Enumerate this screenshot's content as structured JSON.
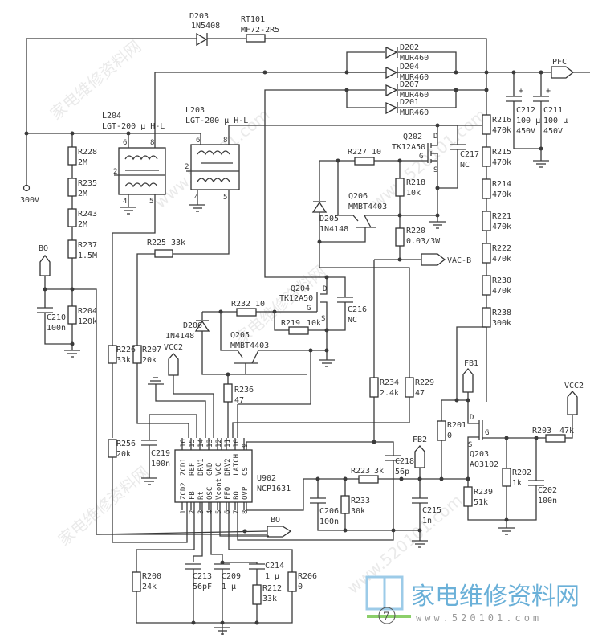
{
  "title": "NCP1631 interleaved PFC circuit schematic",
  "components": {
    "D203": {
      "ref": "D203",
      "value": "1N5408"
    },
    "RT101": {
      "ref": "RT101",
      "value": "MF72-2R5"
    },
    "D202": {
      "ref": "D202",
      "value": "MUR460"
    },
    "D204": {
      "ref": "D204",
      "value": "MUR460"
    },
    "D207": {
      "ref": "D207",
      "value": "MUR460"
    },
    "D201": {
      "ref": "D201",
      "value": "MUR460"
    },
    "L204": {
      "ref": "L204",
      "value": "LGT-200 μ H-L"
    },
    "L203": {
      "ref": "L203",
      "value": "LGT-200 μ H-L"
    },
    "C212": {
      "ref": "C212",
      "value": "100 μ",
      "rating": "450V"
    },
    "C211": {
      "ref": "C211",
      "value": "100 μ",
      "rating": "450V"
    },
    "R228": {
      "ref": "R228",
      "value": "2M"
    },
    "R235": {
      "ref": "R235",
      "value": "2M"
    },
    "R243": {
      "ref": "R243",
      "value": "2M"
    },
    "R237": {
      "ref": "R237",
      "value": "1.5M"
    },
    "R204": {
      "ref": "R204",
      "value": "120k"
    },
    "C210": {
      "ref": "C210",
      "value": "100n"
    },
    "R216": {
      "ref": "R216",
      "value": "470k"
    },
    "R215": {
      "ref": "R215",
      "value": "470k"
    },
    "R214": {
      "ref": "R214",
      "value": "470k"
    },
    "R221": {
      "ref": "R221",
      "value": "470k"
    },
    "R222": {
      "ref": "R222",
      "value": "470k"
    },
    "R230": {
      "ref": "R230",
      "value": "470k"
    },
    "R238": {
      "ref": "R238",
      "value": "300k"
    },
    "Q202": {
      "ref": "Q202",
      "value": "TK12A50"
    },
    "C217": {
      "ref": "C217",
      "value": "NC"
    },
    "R227": {
      "ref": "R227",
      "value": "10"
    },
    "R218": {
      "ref": "R218",
      "value": "10k"
    },
    "Q206": {
      "ref": "Q206",
      "value": "MMBT4403"
    },
    "D205": {
      "ref": "D205",
      "value": "1N4148"
    },
    "R220": {
      "ref": "R220",
      "value": "0.03/3W"
    },
    "R225": {
      "ref": "R225",
      "value": "33k"
    },
    "Q204": {
      "ref": "Q204",
      "value": "TK12A50"
    },
    "C216": {
      "ref": "C216",
      "value": "NC"
    },
    "R232": {
      "ref": "R232",
      "value": "10"
    },
    "R219": {
      "ref": "R219",
      "value": "10k"
    },
    "D206": {
      "ref": "D206",
      "value": "1N4148"
    },
    "Q205": {
      "ref": "Q205",
      "value": "MMBT4403"
    },
    "R226": {
      "ref": "R226",
      "value": "33k"
    },
    "R207": {
      "ref": "R207",
      "value": "20k"
    },
    "R236": {
      "ref": "R236",
      "value": "47"
    },
    "R234": {
      "ref": "R234",
      "value": "2.4k"
    },
    "R229": {
      "ref": "R229",
      "value": "47"
    },
    "R256": {
      "ref": "R256",
      "value": "20k"
    },
    "C219": {
      "ref": "C219",
      "value": "100n"
    },
    "U902": {
      "ref": "U902",
      "value": "NCP1631"
    },
    "C218": {
      "ref": "C218",
      "value": "56p"
    },
    "R223": {
      "ref": "R223",
      "value": "3k"
    },
    "C206": {
      "ref": "C206",
      "value": "100n"
    },
    "R233": {
      "ref": "R233",
      "value": "30k"
    },
    "C215": {
      "ref": "C215",
      "value": "1n"
    },
    "R201": {
      "ref": "R201",
      "value": "0"
    },
    "Q203": {
      "ref": "Q203",
      "value": "AO3102"
    },
    "R239": {
      "ref": "R239",
      "value": "51k"
    },
    "R202": {
      "ref": "R202",
      "value": "1k"
    },
    "C202": {
      "ref": "C202",
      "value": "100n"
    },
    "R203": {
      "ref": "R203",
      "value": "47k"
    },
    "R200": {
      "ref": "R200",
      "value": "24k"
    },
    "C213": {
      "ref": "C213",
      "value": "56pF"
    },
    "C209": {
      "ref": "C209",
      "value": "1 μ"
    },
    "C214": {
      "ref": "C214",
      "value": "1 μ"
    },
    "R212": {
      "ref": "R212",
      "value": "33k"
    },
    "R206": {
      "ref": "R206",
      "value": "0"
    }
  },
  "nets": {
    "pfc": "PFC",
    "v300": "300V",
    "bo_in": "BO",
    "bo_out": "BO",
    "vac_b": "VAC-B",
    "vcc2_a": "VCC2",
    "vcc2_b": "VCC2",
    "fb1": "FB1",
    "fb2": "FB2"
  },
  "transformer_pins": {
    "p6": "6",
    "p8": "8",
    "p2": "2",
    "p4": "4",
    "p5": "5"
  },
  "mosfet_pins": {
    "d": "D",
    "g": "G",
    "s": "S"
  },
  "ic_pins_top": [
    {
      "num": "16",
      "name": "ZCD1"
    },
    {
      "num": "15",
      "name": "REF"
    },
    {
      "num": "14",
      "name": "DRV1"
    },
    {
      "num": "13",
      "name": "GND"
    },
    {
      "num": "12",
      "name": "VCC"
    },
    {
      "num": "11",
      "name": "DRV2"
    },
    {
      "num": "10",
      "name": "LATCH"
    },
    {
      "num": "9",
      "name": "CS"
    }
  ],
  "ic_pins_bottom": [
    {
      "num": "1",
      "name": "ZCD2"
    },
    {
      "num": "2",
      "name": "FB"
    },
    {
      "num": "3",
      "name": "Rt"
    },
    {
      "num": "4",
      "name": "OSC"
    },
    {
      "num": "5",
      "name": "Vcont"
    },
    {
      "num": "6",
      "name": "FFO"
    },
    {
      "num": "7",
      "name": "BO"
    },
    {
      "num": "8",
      "name": "OVP"
    }
  ],
  "figure_number": "7",
  "watermark": {
    "site_name": "家电维修资料网",
    "url": "www.520101.com",
    "diag_text": "家电维修资料网",
    "diag_url": "www.520101.com"
  },
  "colors": {
    "line": "#3a3a3a",
    "logo_blue": "#6ab0d8",
    "logo_green": "#8ccf6a",
    "url_red": "#e05050"
  }
}
